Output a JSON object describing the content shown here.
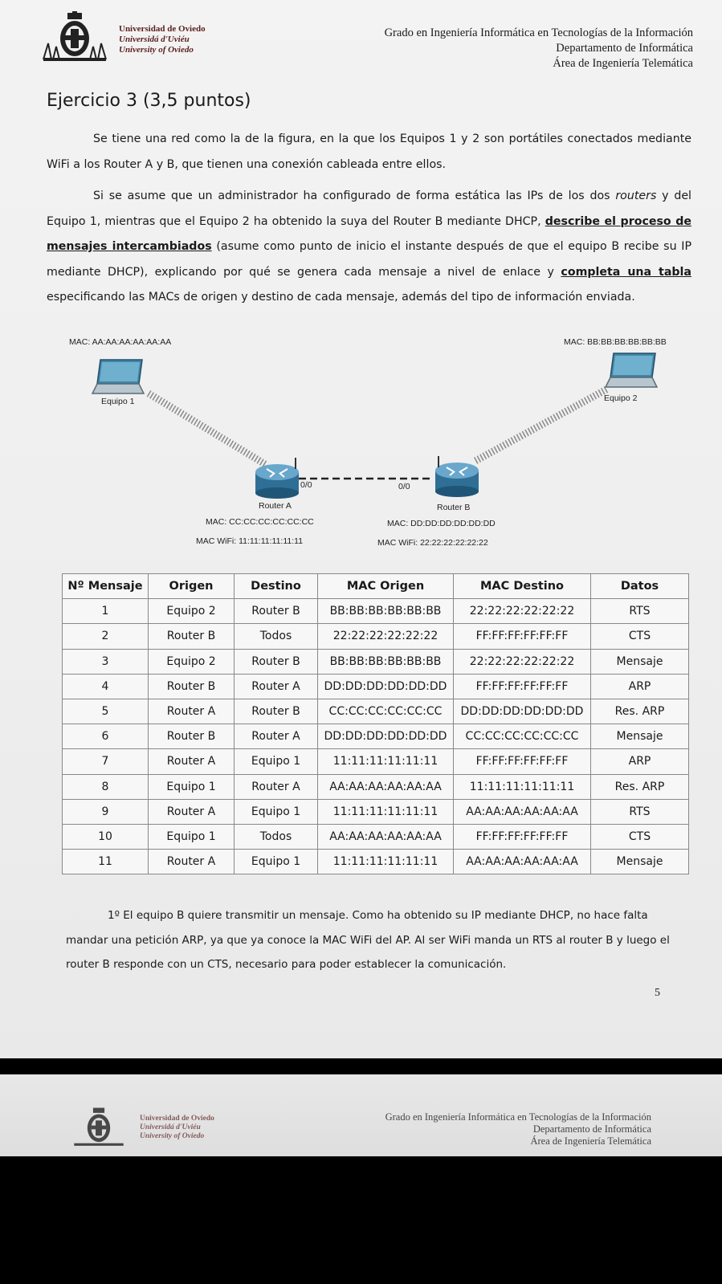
{
  "header": {
    "university": [
      "Universidad de Oviedo",
      "Universidá d'Uviéu",
      "University of Oviedo"
    ],
    "department": [
      "Grado en Ingeniería Informática en Tecnologías de la Información",
      "Departamento de Informática",
      "Área de Ingeniería Telemática"
    ]
  },
  "exercise": {
    "title": "Ejercicio 3 (3,5 puntos)",
    "p1": "Se tiene una red como la de la figura, en la que los Equipos 1 y 2 son portátiles conectados mediante WiFi a los Router A y B, que tienen una conexión cableada entre ellos.",
    "p2_a": "Si se asume que un administrador ha configurado de forma estática las IPs de los dos ",
    "p2_b": "routers",
    "p2_c": " y del Equipo 1, mientras que el Equipo 2 ha obtenido la suya del Router B mediante DHCP, ",
    "p2_d": "describe el proceso de mensajes intercambiados",
    "p2_e": " (asume como punto de inicio el instante después de que el equipo B recibe su IP mediante DHCP), explicando por qué se genera cada mensaje a nivel de enlace y ",
    "p2_f": "completa una tabla",
    "p2_g": " especificando las MACs de origen y destino de cada mensaje, además del tipo de información enviada."
  },
  "network": {
    "equipo1": {
      "mac": "MAC: AA:AA:AA:AA:AA:AA",
      "name": "Equipo 1"
    },
    "equipo2": {
      "mac": "MAC: BB:BB:BB:BB:BB:BB",
      "name": "Equipo 2"
    },
    "routerA": {
      "name": "Router A",
      "port": "0/0",
      "mac": "MAC: CC:CC:CC:CC:CC:CC",
      "wifi": "MAC WiFi: 11:11:11:11:11:11"
    },
    "routerB": {
      "name": "Router B",
      "port": "0/0",
      "mac": "MAC: DD:DD:DD:DD:DD:DD",
      "wifi": "MAC WiFi: 22:22:22:22:22:22"
    }
  },
  "table": {
    "headers": [
      "Nº Mensaje",
      "Origen",
      "Destino",
      "MAC Origen",
      "MAC Destino",
      "Datos"
    ],
    "rows": [
      [
        "1",
        "Equipo 2",
        "Router B",
        "BB:BB:BB:BB:BB:BB",
        "22:22:22:22:22:22",
        "RTS"
      ],
      [
        "2",
        "Router B",
        "Todos",
        "22:22:22:22:22:22",
        "FF:FF:FF:FF:FF:FF",
        "CTS"
      ],
      [
        "3",
        "Equipo 2",
        "Router B",
        "BB:BB:BB:BB:BB:BB",
        "22:22:22:22:22:22",
        "Mensaje"
      ],
      [
        "4",
        "Router B",
        "Router A",
        "DD:DD:DD:DD:DD:DD",
        "FF:FF:FF:FF:FF:FF",
        "ARP"
      ],
      [
        "5",
        "Router A",
        "Router B",
        "CC:CC:CC:CC:CC:CC",
        "DD:DD:DD:DD:DD:DD",
        "Res. ARP"
      ],
      [
        "6",
        "Router B",
        "Router A",
        "DD:DD:DD:DD:DD:DD",
        "CC:CC:CC:CC:CC:CC",
        "Mensaje"
      ],
      [
        "7",
        "Router A",
        "Equipo 1",
        "11:11:11:11:11:11",
        "FF:FF:FF:FF:FF:FF",
        "ARP"
      ],
      [
        "8",
        "Equipo 1",
        "Router A",
        "AA:AA:AA:AA:AA:AA",
        "11:11:11:11:11:11",
        "Res. ARP"
      ],
      [
        "9",
        "Router A",
        "Equipo 1",
        "11:11:11:11:11:11",
        "AA:AA:AA:AA:AA:AA",
        "RTS"
      ],
      [
        "10",
        "Equipo 1",
        "Todos",
        "AA:AA:AA:AA:AA:AA",
        "FF:FF:FF:FF:FF:FF",
        "CTS"
      ],
      [
        "11",
        "Router A",
        "Equipo 1",
        "11:11:11:11:11:11",
        "AA:AA:AA:AA:AA:AA",
        "Mensaje"
      ]
    ]
  },
  "answer": "1º El equipo B quiere transmitir un mensaje. Como ha obtenido su IP mediante DHCP, no hace falta mandar una petición ARP, ya que ya conoce la MAC WiFi del AP. Al ser WiFi manda un RTS al router B y luego el router B responde con un CTS, necesario para poder establecer la comunicación.",
  "page_number": "5"
}
